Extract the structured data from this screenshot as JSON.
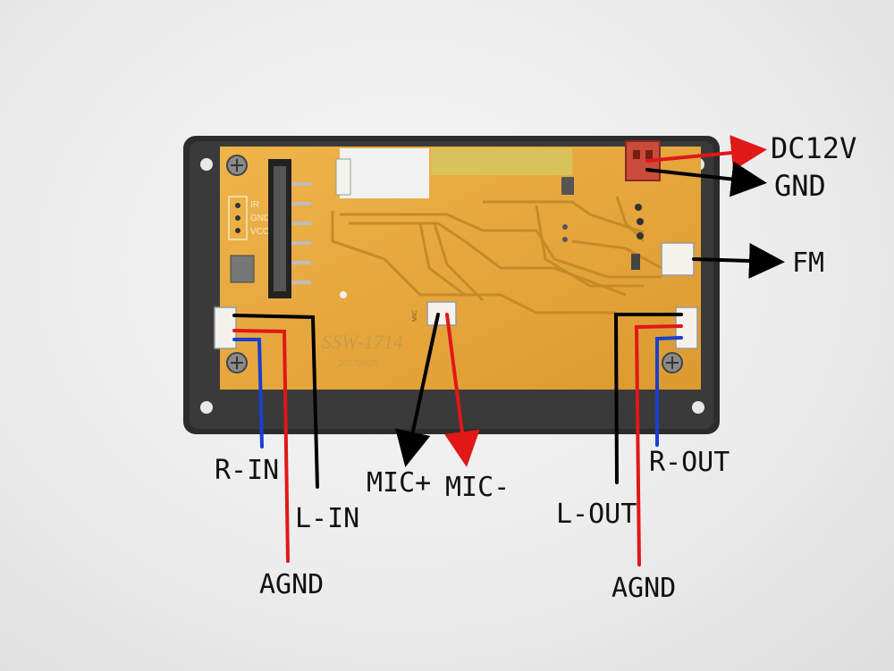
{
  "board": {
    "model_text": "SSW-1714",
    "date_text": "20170925",
    "header_labels": [
      "IR",
      "GND",
      "VCC"
    ],
    "mic_pin_label": "MIC"
  },
  "labels": {
    "dc12v": "DC12V",
    "gnd": "GND",
    "fm": "FM",
    "r_in": "R-IN",
    "l_in": "L-IN",
    "agnd_left": "AGND",
    "mic_plus": "MIC+",
    "mic_minus": "MIC-",
    "l_out": "L-OUT",
    "r_out": "R-OUT",
    "agnd_right": "AGND"
  },
  "colors": {
    "board": "#e8a93c",
    "frame": "#2e2e2e",
    "wire_red": "#e01818",
    "wire_blue": "#1a3fd0",
    "wire_black": "#000000"
  }
}
